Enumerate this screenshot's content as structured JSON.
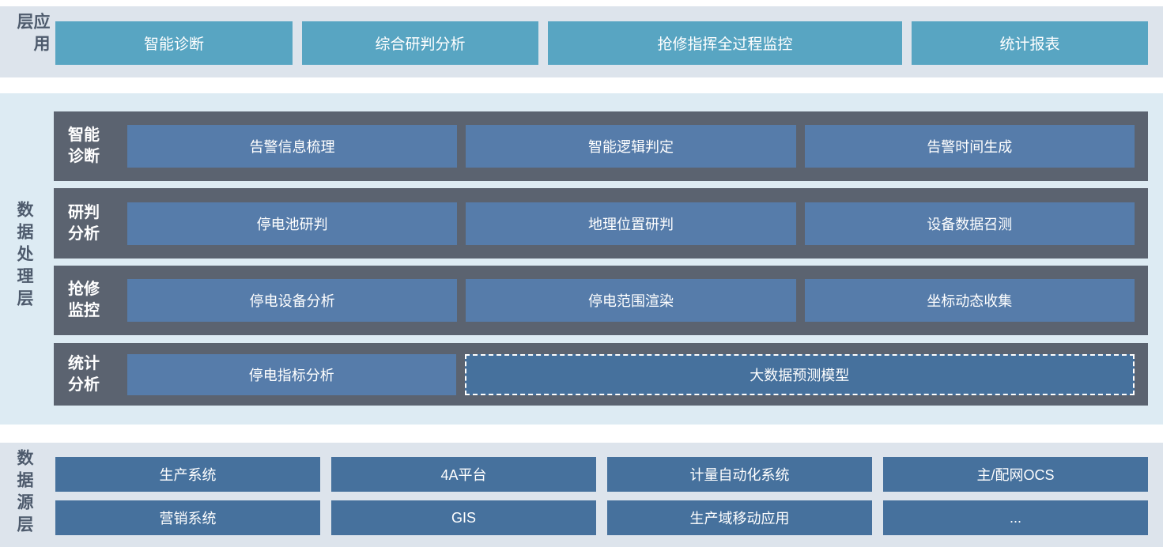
{
  "app_layer": {
    "label": "应用层",
    "buttons": [
      "智能诊断",
      "综合研判分析",
      "抢修指挥全过程监控",
      "统计报表"
    ]
  },
  "processing_layer": {
    "label": "数据处理层",
    "rows": [
      {
        "label": "智能诊断",
        "buttons": [
          "告警信息梳理",
          "智能逻辑判定",
          "告警时间生成"
        ]
      },
      {
        "label": "研判分析",
        "buttons": [
          "停电池研判",
          "地理位置研判",
          "设备数据召测"
        ]
      },
      {
        "label": "抢修监控",
        "buttons": [
          "停电设备分析",
          "停电范围渲染",
          "坐标动态收集"
        ]
      },
      {
        "label": "统计分析",
        "buttons": [
          "停电指标分析"
        ],
        "dashed_button": "大数据预测模型"
      }
    ]
  },
  "source_layer": {
    "label": "数据源层",
    "rows": [
      {
        "buttons": [
          "生产系统",
          "4A平台",
          "计量自动化系统",
          "主/配网OCS"
        ]
      },
      {
        "buttons": [
          "营销系统",
          "GIS",
          "生产域移动应用",
          "..."
        ]
      }
    ]
  },
  "colors": {
    "app_button": "#58a5c2",
    "band_background": "#dde4ec",
    "processing_background": "#ddebf3",
    "row_container": "#5b6370",
    "processing_button": "#567caa",
    "source_button": "#46719d",
    "layer_label_text": "#4d5a6c",
    "button_text": "#ffffff"
  }
}
